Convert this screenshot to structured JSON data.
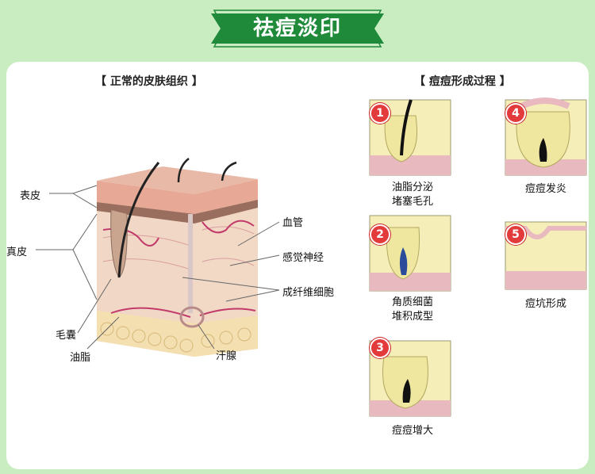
{
  "banner": {
    "title": "祛痘淡印"
  },
  "left": {
    "title": "【 正常的皮肤组织 】",
    "labels": {
      "epidermis": "表皮",
      "dermis": "真皮",
      "follicle": "毛囊",
      "sebum": "油脂",
      "blood_vessel": "血管",
      "nerve": "感觉神经",
      "fibroblast": "成纤维细胞",
      "sweat_gland": "汗腺"
    }
  },
  "right": {
    "title": "【 痘痘形成过程 】",
    "steps": [
      {
        "num": "1",
        "line1": "油脂分泌",
        "line2": "堵塞毛孔"
      },
      {
        "num": "2",
        "line1": "角质细菌",
        "line2": "堆积成型"
      },
      {
        "num": "3",
        "line1": "痘痘增大",
        "line2": ""
      },
      {
        "num": "4",
        "line1": "痘痘发炎",
        "line2": ""
      },
      {
        "num": "5",
        "line1": "痘坑形成",
        "line2": ""
      }
    ]
  },
  "colors": {
    "background": "#c9ecc0",
    "banner": "#1f8a3a",
    "badge": "#e33b3b",
    "skin": "#f5eeb8"
  }
}
